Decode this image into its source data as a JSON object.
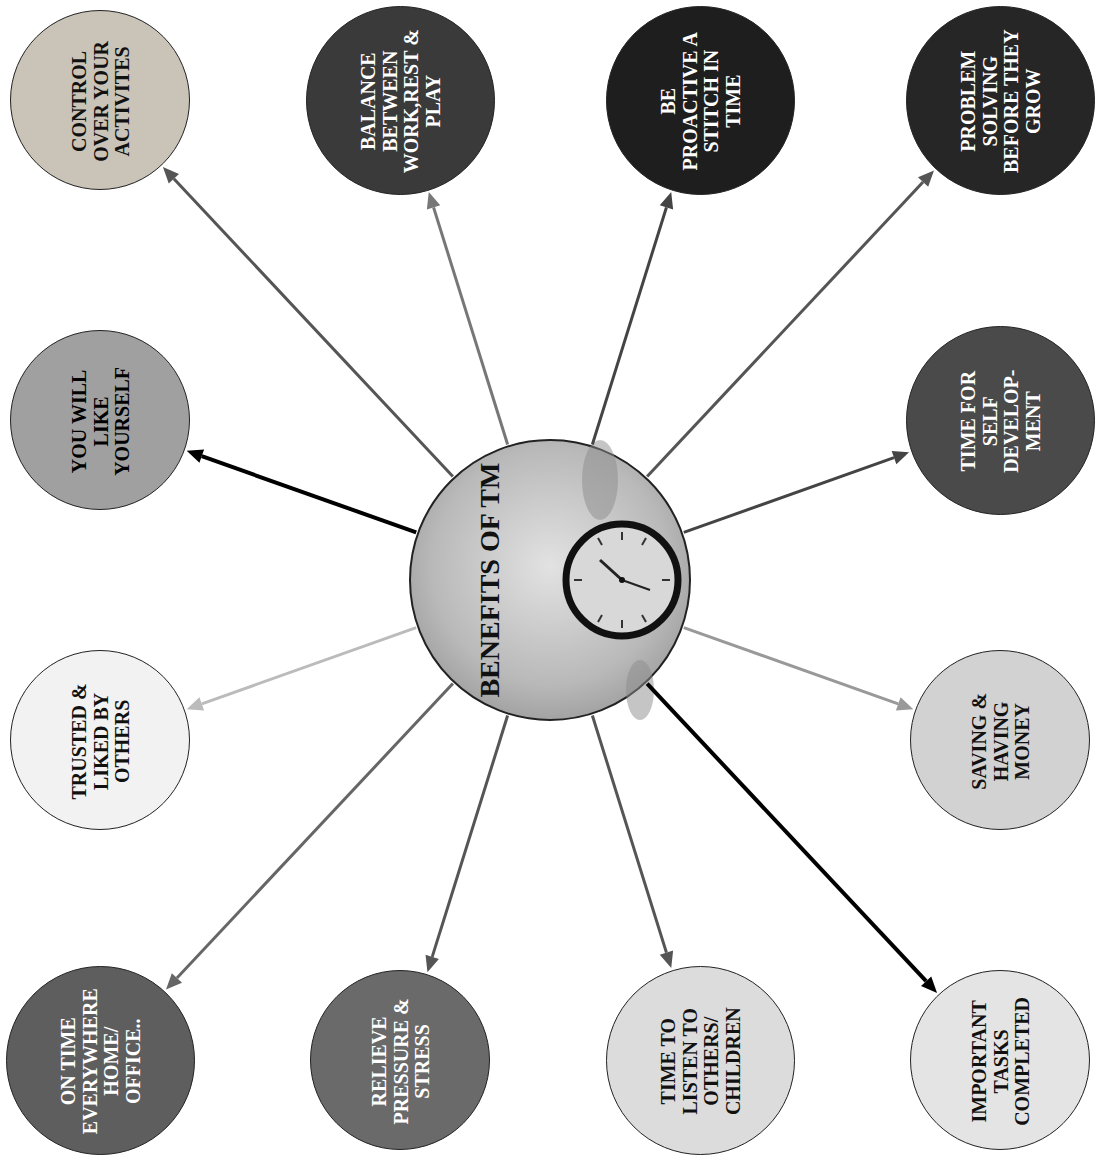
{
  "diagram": {
    "nodes": [
      {
        "text": [
          "BENEFITS OF TM"
        ]
      },
      {
        "text": [
          "CONTROL OVER YOUR ACTIVITES"
        ]
      },
      {
        "text": [
          "BALANCE BETWEEN WORK,REST & PLAY"
        ]
      },
      {
        "text": [
          "BE PROACTIVE A STITCH IN TIME"
        ]
      },
      {
        "text": [
          "PROBLEM SOLVING BEFORE THEY GROW"
        ]
      },
      {
        "text": [
          "TIME FOR SELF DEVELOP- MENT"
        ]
      },
      {
        "text": [
          "SAVING & HAVING MONEY"
        ]
      },
      {
        "text": [
          "IMPORTANT TASKS COMPLETED"
        ]
      },
      {
        "text": [
          "TIME TO LISTEN TO OTHERS/ CHILDREN"
        ]
      },
      {
        "text": [
          "RELIEVE PRESSURE & STRESS"
        ]
      },
      {
        "text": [
          "ON TIME EVERYWHERE HOME/ OFFICE.."
        ]
      },
      {
        "text": [
          "TRUSTED & LIKED BY OTHERS"
        ]
      },
      {
        "text": [
          "YOU WILL LIKE YOURSELF"
        ]
      }
    ],
    "edges": [
      {
        "from": 0,
        "to": 1,
        "arrow": "to"
      },
      {
        "from": 0,
        "to": 2,
        "arrow": "to"
      },
      {
        "from": 0,
        "to": 3,
        "arrow": "to"
      },
      {
        "from": 0,
        "to": 4,
        "arrow": "to"
      },
      {
        "from": 0,
        "to": 5,
        "arrow": "to"
      },
      {
        "from": 0,
        "to": 6,
        "arrow": "to"
      },
      {
        "from": 0,
        "to": 7,
        "arrow": "to"
      },
      {
        "from": 0,
        "to": 8,
        "arrow": "to"
      },
      {
        "from": 0,
        "to": 9,
        "arrow": "to"
      },
      {
        "from": 0,
        "to": 10,
        "arrow": "to"
      },
      {
        "from": 0,
        "to": 11,
        "arrow": "to"
      },
      {
        "from": 0,
        "to": 12,
        "arrow": "to"
      }
    ]
  }
}
